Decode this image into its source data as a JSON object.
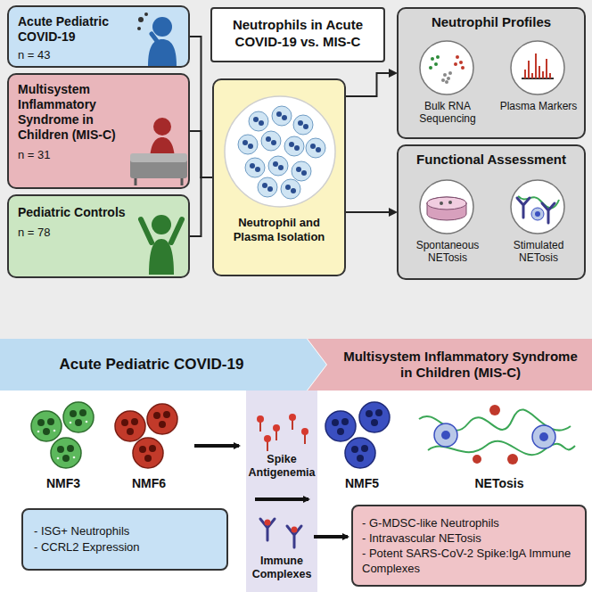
{
  "diagram": {
    "title": "Neutrophils in Acute COVID-19 vs. MIS-C",
    "nodes": [
      {
        "text": [
          "Acute Pediatric COVID-19",
          "n = 43"
        ]
      },
      {
        "text": [
          "Multisystem Inflammatory Syndrome in Children (MIS-C)",
          "n = 31"
        ]
      },
      {
        "text": [
          "Pediatric Controls",
          "n = 78"
        ]
      },
      {
        "text": [
          "Neutrophils in Acute COVID-19 vs. MIS-C"
        ]
      },
      {
        "text": [
          "Neutrophil and Plasma Isolation"
        ]
      },
      {
        "text": [
          "Neutrophil Profiles"
        ]
      },
      {
        "text": [
          "Bulk RNA Sequencing"
        ],
        "in": 5
      },
      {
        "text": [
          "Plasma Markers"
        ],
        "in": 5
      },
      {
        "text": [
          "Functional Assessment"
        ]
      },
      {
        "text": [
          "Spontaneous NETosis"
        ],
        "in": 8
      },
      {
        "text": [
          "Stimulated NETosis"
        ],
        "in": 8
      },
      {
        "text": [
          "Acute Pediatric COVID-19"
        ]
      },
      {
        "text": [
          "Multisystem Inflammatory Syndrome in Children (MIS-C)"
        ]
      },
      {
        "text": [
          "- ISG+ Neutrophils",
          "- CCRL2 Expression"
        ]
      },
      {
        "text": [
          "- G-MDSC-like Neutrophils",
          "- Intravascular NETosis",
          "- Potent SARS-CoV-2 Spike:IgA Immune Complexes"
        ]
      }
    ],
    "edges": [
      {
        "from": 0,
        "to": 4,
        "arrow": "none"
      },
      {
        "from": 1,
        "to": 4,
        "arrow": "none"
      },
      {
        "from": 2,
        "to": 4,
        "arrow": "none"
      },
      {
        "from": 4,
        "to": 5,
        "arrow": "to"
      },
      {
        "from": 4,
        "to": 8,
        "arrow": "to"
      }
    ],
    "labels": [
      "NMF3",
      "NMF6",
      "Spike Antigenemia",
      "Immune Complexes",
      "NMF5",
      "NETosis"
    ]
  }
}
